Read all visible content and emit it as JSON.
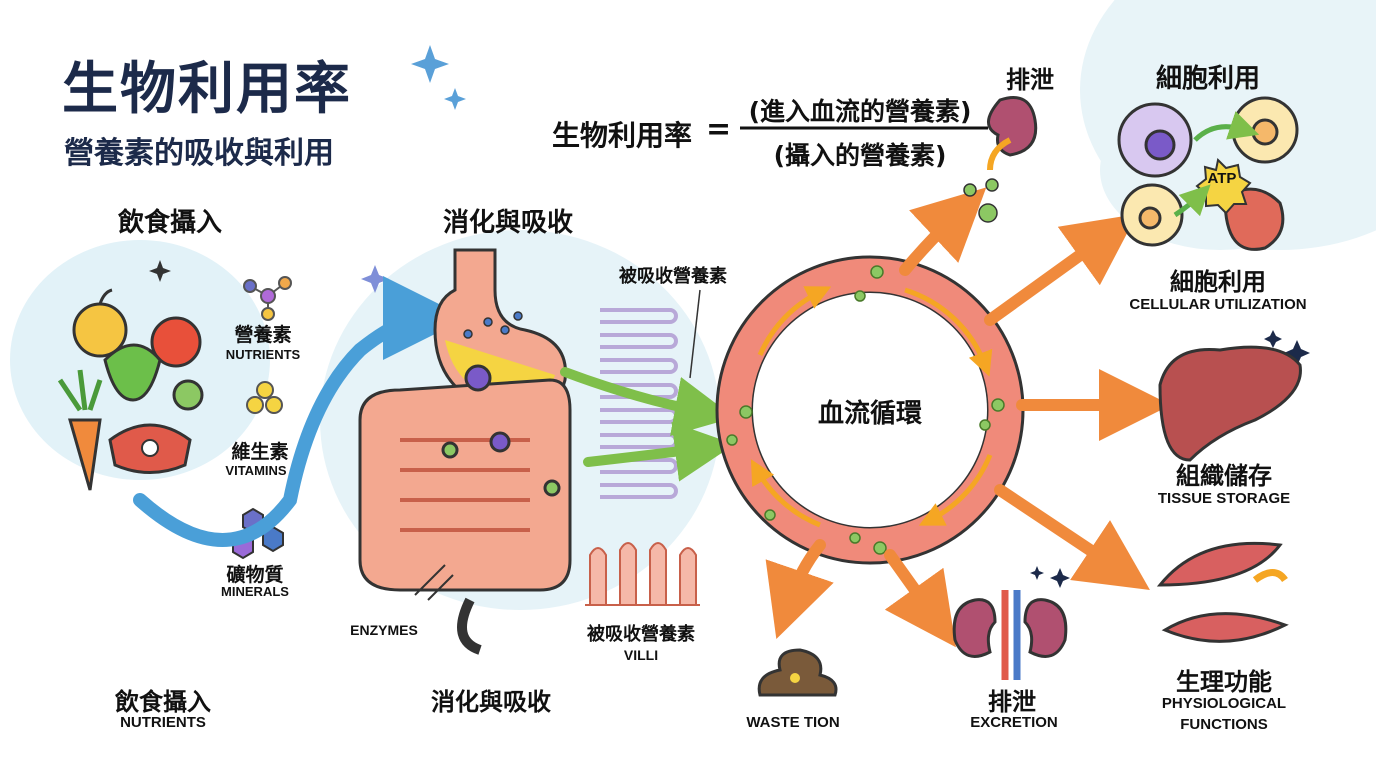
{
  "header": {
    "title": "生物利用率",
    "subtitle": "營養素的吸收與利用"
  },
  "formula": {
    "lhs": "生物利用率",
    "equals": "=",
    "numerator": "(進入血流的營養素)",
    "denominator": "(攝入的營養素)"
  },
  "intake": {
    "heading": "飲食攝入",
    "nutrients_zh": "營養素",
    "nutrients_en": "NUTRIENTS",
    "vitamins_zh": "維生素",
    "vitamins_en": "VITAMINS",
    "minerals_zh": "礦物質",
    "minerals_en": "MINERALS",
    "footer_zh": "飲食攝入",
    "footer_en": "NUTRIENTS"
  },
  "digestion": {
    "heading": "消化與吸收",
    "absorbed_label": "被吸收營養素",
    "enzymes": "ENZYMES",
    "villi_zh": "被吸收營養素",
    "villi_en": "VILLI",
    "footer_zh": "消化與吸收"
  },
  "circulation": {
    "label": "血流循環"
  },
  "outputs": {
    "excretion_top": "排泄",
    "cell_top": "細胞利用",
    "atp": "ATP",
    "cell_zh": "細胞利用",
    "cell_en": "CELLULAR UTILIZATION",
    "storage_zh": "組織儲存",
    "storage_en": "TISSUE STORAGE",
    "physio_zh": "生理功能",
    "physio_en_1": "PHYSIOLOGICAL",
    "physio_en_2": "FUNCTIONS",
    "excretion_zh": "排泄",
    "excretion_en": "EXCRETION",
    "waste_en": "WASTE TION"
  },
  "colors": {
    "title": "#1c2a4a",
    "ring": "#f08a7a",
    "ring_inner": "#f7b08a",
    "arrow_orange": "#f08a3c",
    "arrow_green": "#7fbf4a",
    "arrow_blue": "#4a9fd8",
    "bg_blob": "#e2f2f8"
  }
}
